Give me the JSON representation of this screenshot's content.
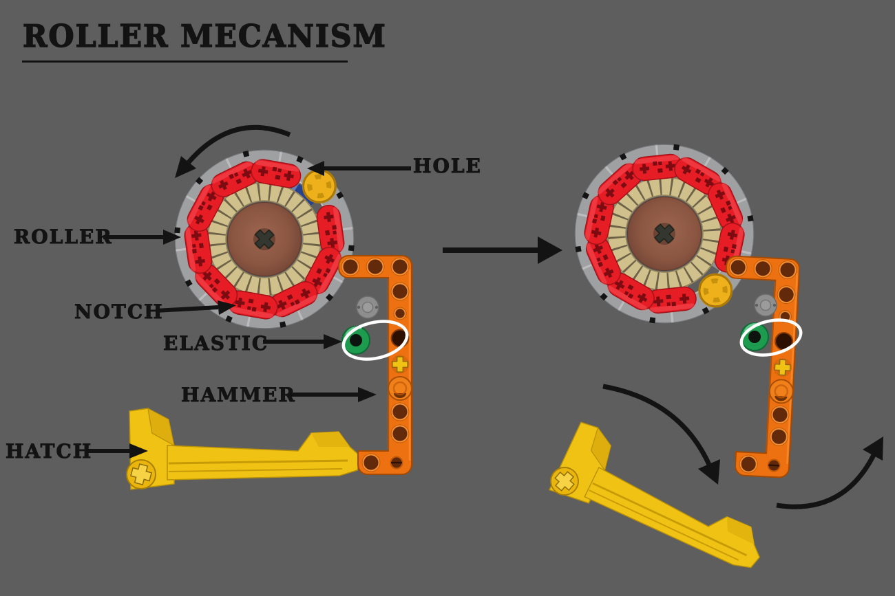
{
  "title": {
    "text": "ROLLER MECANISM"
  },
  "annotations": {
    "hole": {
      "label": "HOLE"
    },
    "roller": {
      "label": "ROLLER"
    },
    "notch": {
      "label": "NOTCH"
    },
    "elastic": {
      "label": "ELASTIC"
    },
    "hammer": {
      "label": "HAMMER"
    },
    "hatch": {
      "label": "HATCH"
    }
  },
  "colors": {
    "background": "#5e5e5e",
    "ink": "#131313",
    "roller_red": "#e71d26",
    "roller_red_dark": "#9c1016",
    "roller_red_cutout": "#7c0c12",
    "clear_ring": "#dfe2e6",
    "gear_tan": "#cfc08c",
    "gear_tan_dark": "#6d6248",
    "hub_brown": "#8a5642",
    "beam_orange": "#ed7111",
    "beam_orange_dark": "#a34a04",
    "beam_hole_dark": "#62290a",
    "hatch_yellow": "#f0c213",
    "hatch_yellow_dark": "#c79a08",
    "hole_piece_yellow": "#efb11b",
    "elastic_green": "#1d9b4f",
    "pin_gray": "#8e8e8e",
    "blue_accent": "#1c3c96",
    "highlight_white": "#ffffff"
  }
}
